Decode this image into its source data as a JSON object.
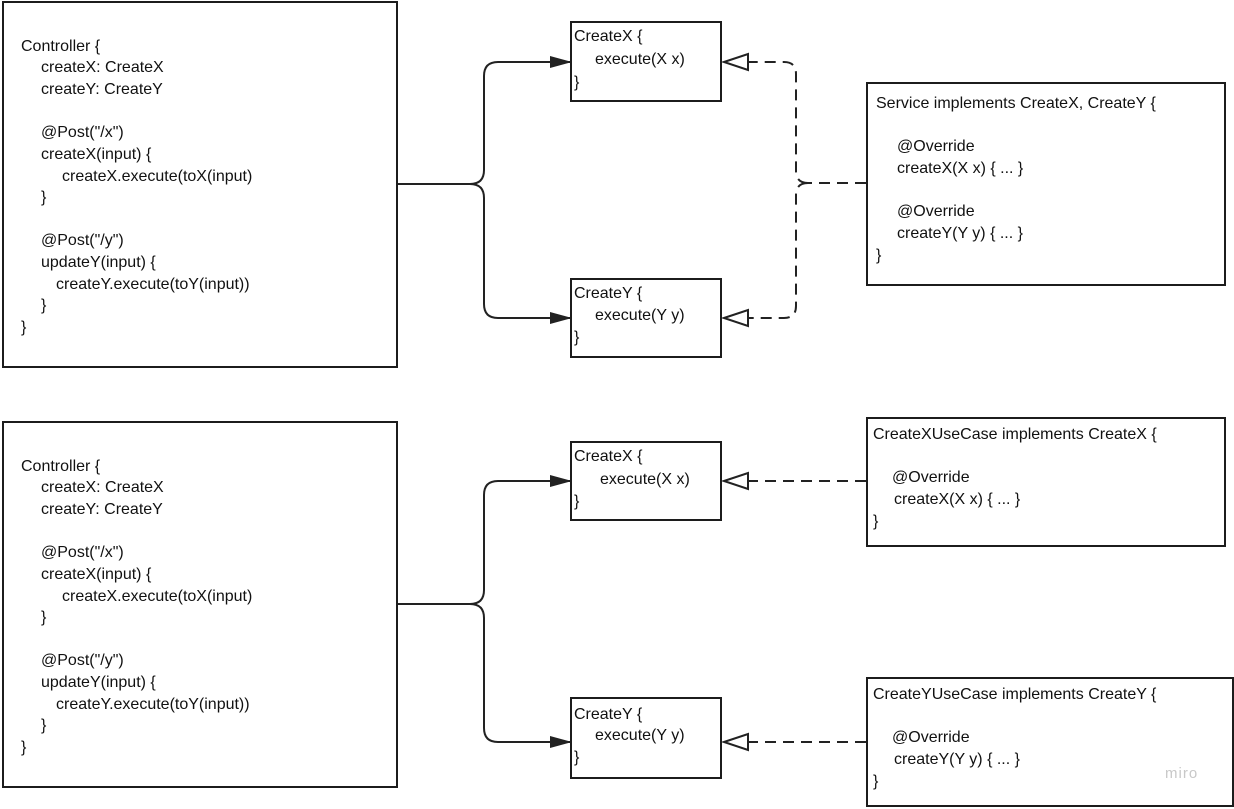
{
  "diagrams": [
    {
      "controller": {
        "lines": [
          "Controller {",
          "createX: CreateX",
          "createY: CreateY",
          "",
          "@Post(\"/x\")",
          "createX(input) {",
          "createX.execute(toX(input)",
          "}",
          "",
          "@Post(\"/y\")",
          "updateY(input) {",
          "createY.execute(toY(input))",
          "}",
          "}"
        ]
      },
      "interface_x": {
        "lines": [
          "CreateX {",
          "execute(X x)",
          "}"
        ]
      },
      "interface_y": {
        "lines": [
          "CreateY {",
          "execute(Y y)",
          "}"
        ]
      },
      "implementations": [
        {
          "lines": [
            "Service implements CreateX, CreateY {",
            "",
            "@Override",
            "createX(X x) { ... }",
            "",
            "@Override",
            "createY(Y y) { ... }",
            "}"
          ]
        }
      ]
    },
    {
      "controller": {
        "lines": [
          "Controller {",
          "createX: CreateX",
          "createY: CreateY",
          "",
          "@Post(\"/x\")",
          "createX(input) {",
          "createX.execute(toX(input)",
          "}",
          "",
          "@Post(\"/y\")",
          "updateY(input) {",
          "createY.execute(toY(input))",
          "}",
          "}"
        ]
      },
      "interface_x": {
        "lines": [
          "CreateX {",
          "execute(X x)",
          "}"
        ]
      },
      "interface_y": {
        "lines": [
          "CreateY {",
          "execute(Y y)",
          "}"
        ]
      },
      "implementations": [
        {
          "lines": [
            "CreateXUseCase implements CreateX {",
            "",
            "@Override",
            "createX(X x) { ... }",
            "}"
          ]
        },
        {
          "lines": [
            "CreateYUseCase implements CreateY {",
            "",
            "@Override",
            "createY(Y y) { ... }",
            "}"
          ]
        }
      ]
    }
  ],
  "watermark": "miro"
}
